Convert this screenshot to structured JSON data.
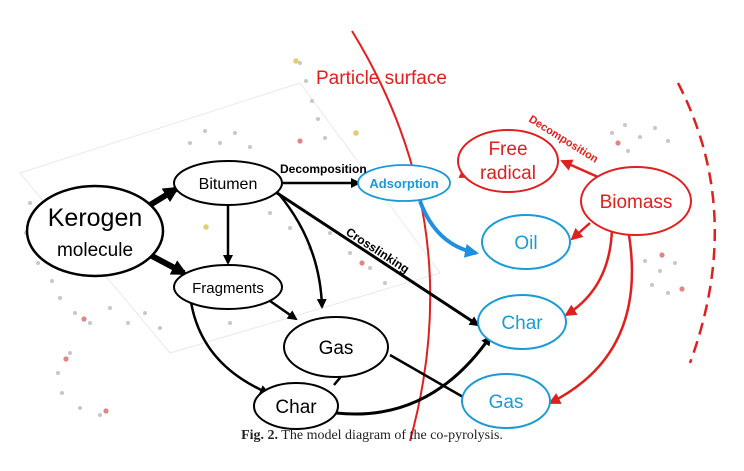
{
  "diagram": {
    "colors": {
      "black": "#000000",
      "red": "#e0201e",
      "blue": "#1a9ad6",
      "arrow_blue": "#1f8fe0"
    },
    "labels": {
      "particle_surface": "Particle surface",
      "decomposition_top": "Decomposition",
      "crosslinking": "Crosslinking",
      "decomposition_right": "Decomposition"
    },
    "nodes": {
      "kerogen_line1": "Kerogen",
      "kerogen_line2": "molecule",
      "bitumen": "Bitumen",
      "fragments": "Fragments",
      "gas_black": "Gas",
      "char_black": "Char",
      "adsorption": "Adsorption",
      "free_radical_line1": "Free",
      "free_radical_line2": "radical",
      "oil": "Oil",
      "biomass": "Biomass",
      "char_blue": "Char",
      "gas_blue": "Gas"
    }
  },
  "caption": {
    "label": "Fig. 2.",
    "text": "The model diagram of the co-pyrolysis."
  }
}
